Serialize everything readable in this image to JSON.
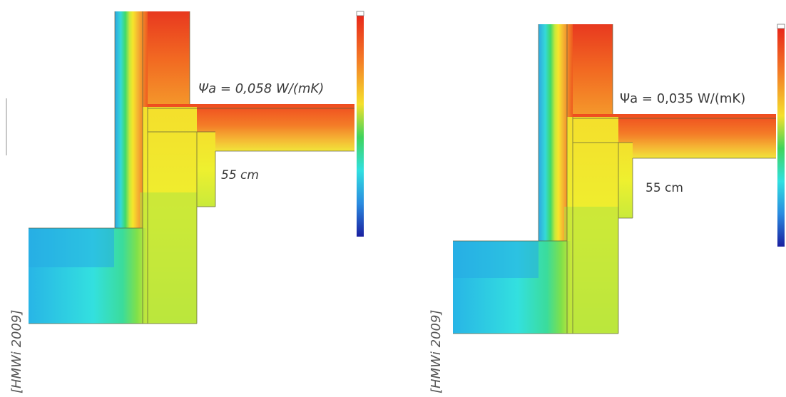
{
  "diagrams": [
    {
      "psi_label": "Ψa = 0,058 W/(mK)",
      "dimension_label": "55 cm",
      "source_label": "[HMWi 2009]"
    },
    {
      "psi_label": "Ψa = 0,035 W/(mK)",
      "dimension_label": "55 cm",
      "source_label": "[HMWi 2009]"
    }
  ],
  "colors": {
    "red": "#e8371e",
    "orange": "#f39a2a",
    "yellow": "#f4e52a",
    "green": "#3fd06a",
    "cyan": "#33e3df",
    "blue": "#2f9ee2",
    "dark_blue": "#1a2aa8"
  }
}
